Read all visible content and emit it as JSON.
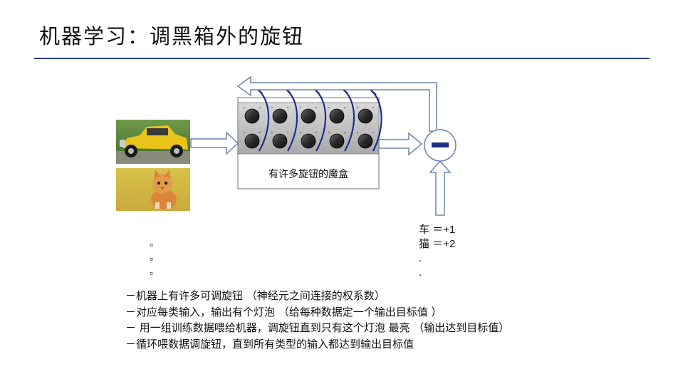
{
  "title": "机器学习：调黑箱外的旋钮",
  "box": {
    "label": "有许多旋钮的魔盒"
  },
  "comparator": {
    "sign": "−"
  },
  "outputs": [
    "车 ＝+1",
    "猫 ＝+2",
    ".",
    "."
  ],
  "left_dots": [
    "。",
    "。",
    "。"
  ],
  "bullets": [
    "－机器上有许多可调旋钮 （神经元之间连接的权系数）",
    "－对应每类输入，输出有个灯泡 （给每种数据定一个输出目标值 ）",
    "－ 用一组训练数据喂给机器，调旋钮直到只有这个灯泡 最亮 （输出达到目标值）",
    "－循环喂数据调旋钮，直到所有类型的输入都达到输出目标值"
  ],
  "colors": {
    "title_rule": "#2a3f8c",
    "knob_arrow": "#1c2f8a",
    "minus_bar": "#1c2f8a"
  }
}
